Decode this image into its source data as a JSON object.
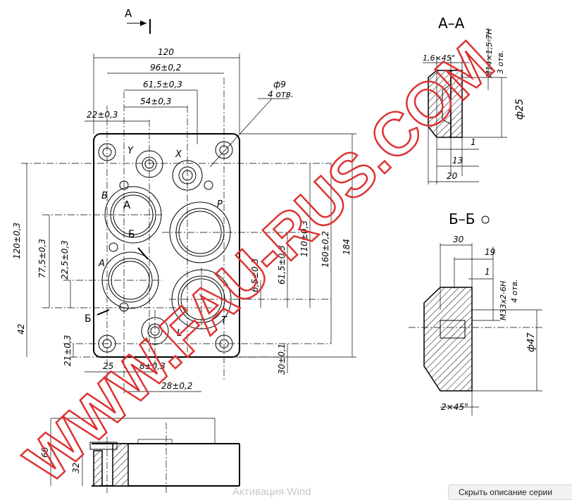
{
  "views": {
    "main_arrow_label": "А",
    "section_aa": {
      "title": "А–А",
      "chamfer": "1,6×45°",
      "thread": "М14×1,5-7Н",
      "thread_count": "3 отв.",
      "diameter": "ф25",
      "dim_1": "1",
      "dim_13": "13",
      "dim_20": "20"
    },
    "section_bb": {
      "title": "Б–Б",
      "dim_30": "30",
      "dim_19": "19",
      "dim_1": "1",
      "thread": "М33х2-6Н",
      "thread_count": "4 отв.",
      "diameter": "ф47",
      "chamfer": "2×45°"
    }
  },
  "ports": {
    "y": "Y",
    "x": "X",
    "b": "B",
    "p": "P",
    "a": "A",
    "l": "L",
    "t": "T",
    "section_a": "А",
    "section_b1": "Б",
    "section_b2": "Б"
  },
  "dims": {
    "d120": "120",
    "d96": "96±0,2",
    "d615": "61,5±0,3",
    "d54": "54±0,3",
    "d22": "22±0,3",
    "d9": "ф9",
    "d9n": "4 отв.",
    "v120": "120±0,3",
    "v775": "77,5±0,3",
    "v225": "22,5±0,3",
    "v42": "42",
    "v21": "21±0,3",
    "v65": "6,5±0,3",
    "v615": "61,5±0,3",
    "v110": "110±0,3",
    "v160": "160±0,2",
    "v184": "184",
    "h25": "25",
    "h8": "8±0,3",
    "h28": "28±0,2",
    "h30": "30±0,1",
    "s60": "60",
    "s32": "32"
  },
  "watermark": "WWW.FAU-RUS.COM",
  "overlay": {
    "activate": "Активация Wind",
    "hide_description": "Скрыть описание серии"
  }
}
